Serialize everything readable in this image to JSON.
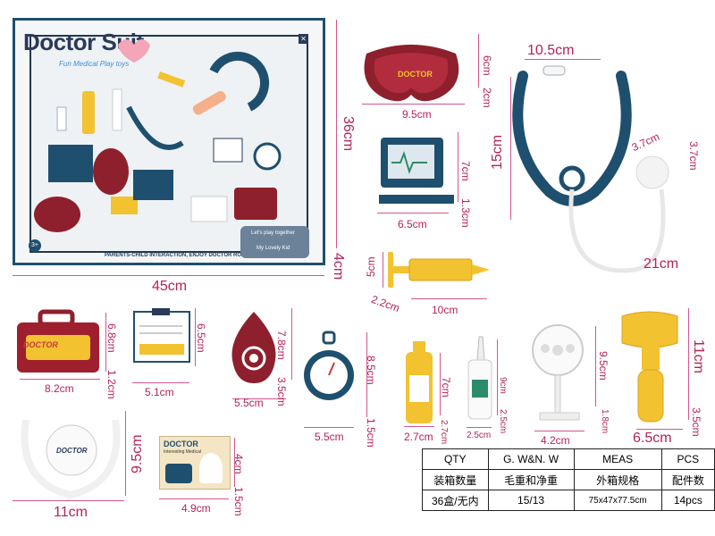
{
  "box": {
    "brand": "Doctor Suit",
    "subtitle": "Fun Medical Play toys",
    "footer": "PARENTS-CHILD INTERACTION, ENJOY DOCTOR ROLE PLAY",
    "badge_line1": "Let's play together",
    "badge_line2": "My Lovely Kid",
    "age": "3+",
    "dim_width": "45cm",
    "dim_height": "36cm",
    "dim_depth": "4cm"
  },
  "items": {
    "tray_kidney": {
      "w": "9.5cm",
      "h": "6cm",
      "d": "2cm"
    },
    "stethoscope": {
      "w": "10.5cm",
      "h": "15cm",
      "len": "21cm",
      "chest_w": "3.7cm",
      "chest_h": "3.7cm"
    },
    "monitor": {
      "w": "6.5cm",
      "h": "7cm",
      "d": "1.3cm"
    },
    "syringe": {
      "h": "5cm",
      "w": "10cm",
      "d": "2.2cm"
    },
    "case": {
      "w": "8.2cm",
      "h": "6.8cm",
      "d": "1.2cm"
    },
    "card": {
      "w": "5.1cm",
      "h": "6.5cm"
    },
    "bag": {
      "w": "5.5cm",
      "h": "7.8cm",
      "d": "3.5cm"
    },
    "stopwatch": {
      "w": "5.5cm",
      "h": "8.5cm",
      "d": "1.5cm"
    },
    "bottle_yellow": {
      "w": "2.7cm",
      "h": "7cm",
      "d": "2.7cm"
    },
    "dropper": {
      "w": "2.5cm",
      "h": "9cm",
      "d": "2.5cm"
    },
    "mirror": {
      "w": "4.2cm",
      "h": "9.5cm",
      "d": "1.8cm"
    },
    "hammer": {
      "w": "6.5cm",
      "h": "11cm",
      "d": "3.5cm"
    },
    "headband": {
      "w": "11cm",
      "h": "9.5cm"
    },
    "doctor_card": {
      "w": "4.9cm",
      "h": "4cm",
      "d": "1.5cm"
    }
  },
  "labels": {
    "doc_logo": "DOCTOR",
    "doctor_card_title": "DOCTOR",
    "doctor_card_sub": "Interesting Medical"
  },
  "spec": {
    "headers": [
      "QTY",
      "G. W&N. W",
      "MEAS",
      "PCS"
    ],
    "headers_cn": [
      "装箱数量",
      "毛重和净重",
      "外箱规格",
      "配件数"
    ],
    "values": [
      "36盒/无内",
      "15/13",
      "75x47x77.5cm",
      "14pcs"
    ]
  },
  "colors": {
    "dimension": "#b5215a",
    "navy": "#1f4f6e",
    "red": "#8e1f2c",
    "yellow": "#f2c230"
  }
}
